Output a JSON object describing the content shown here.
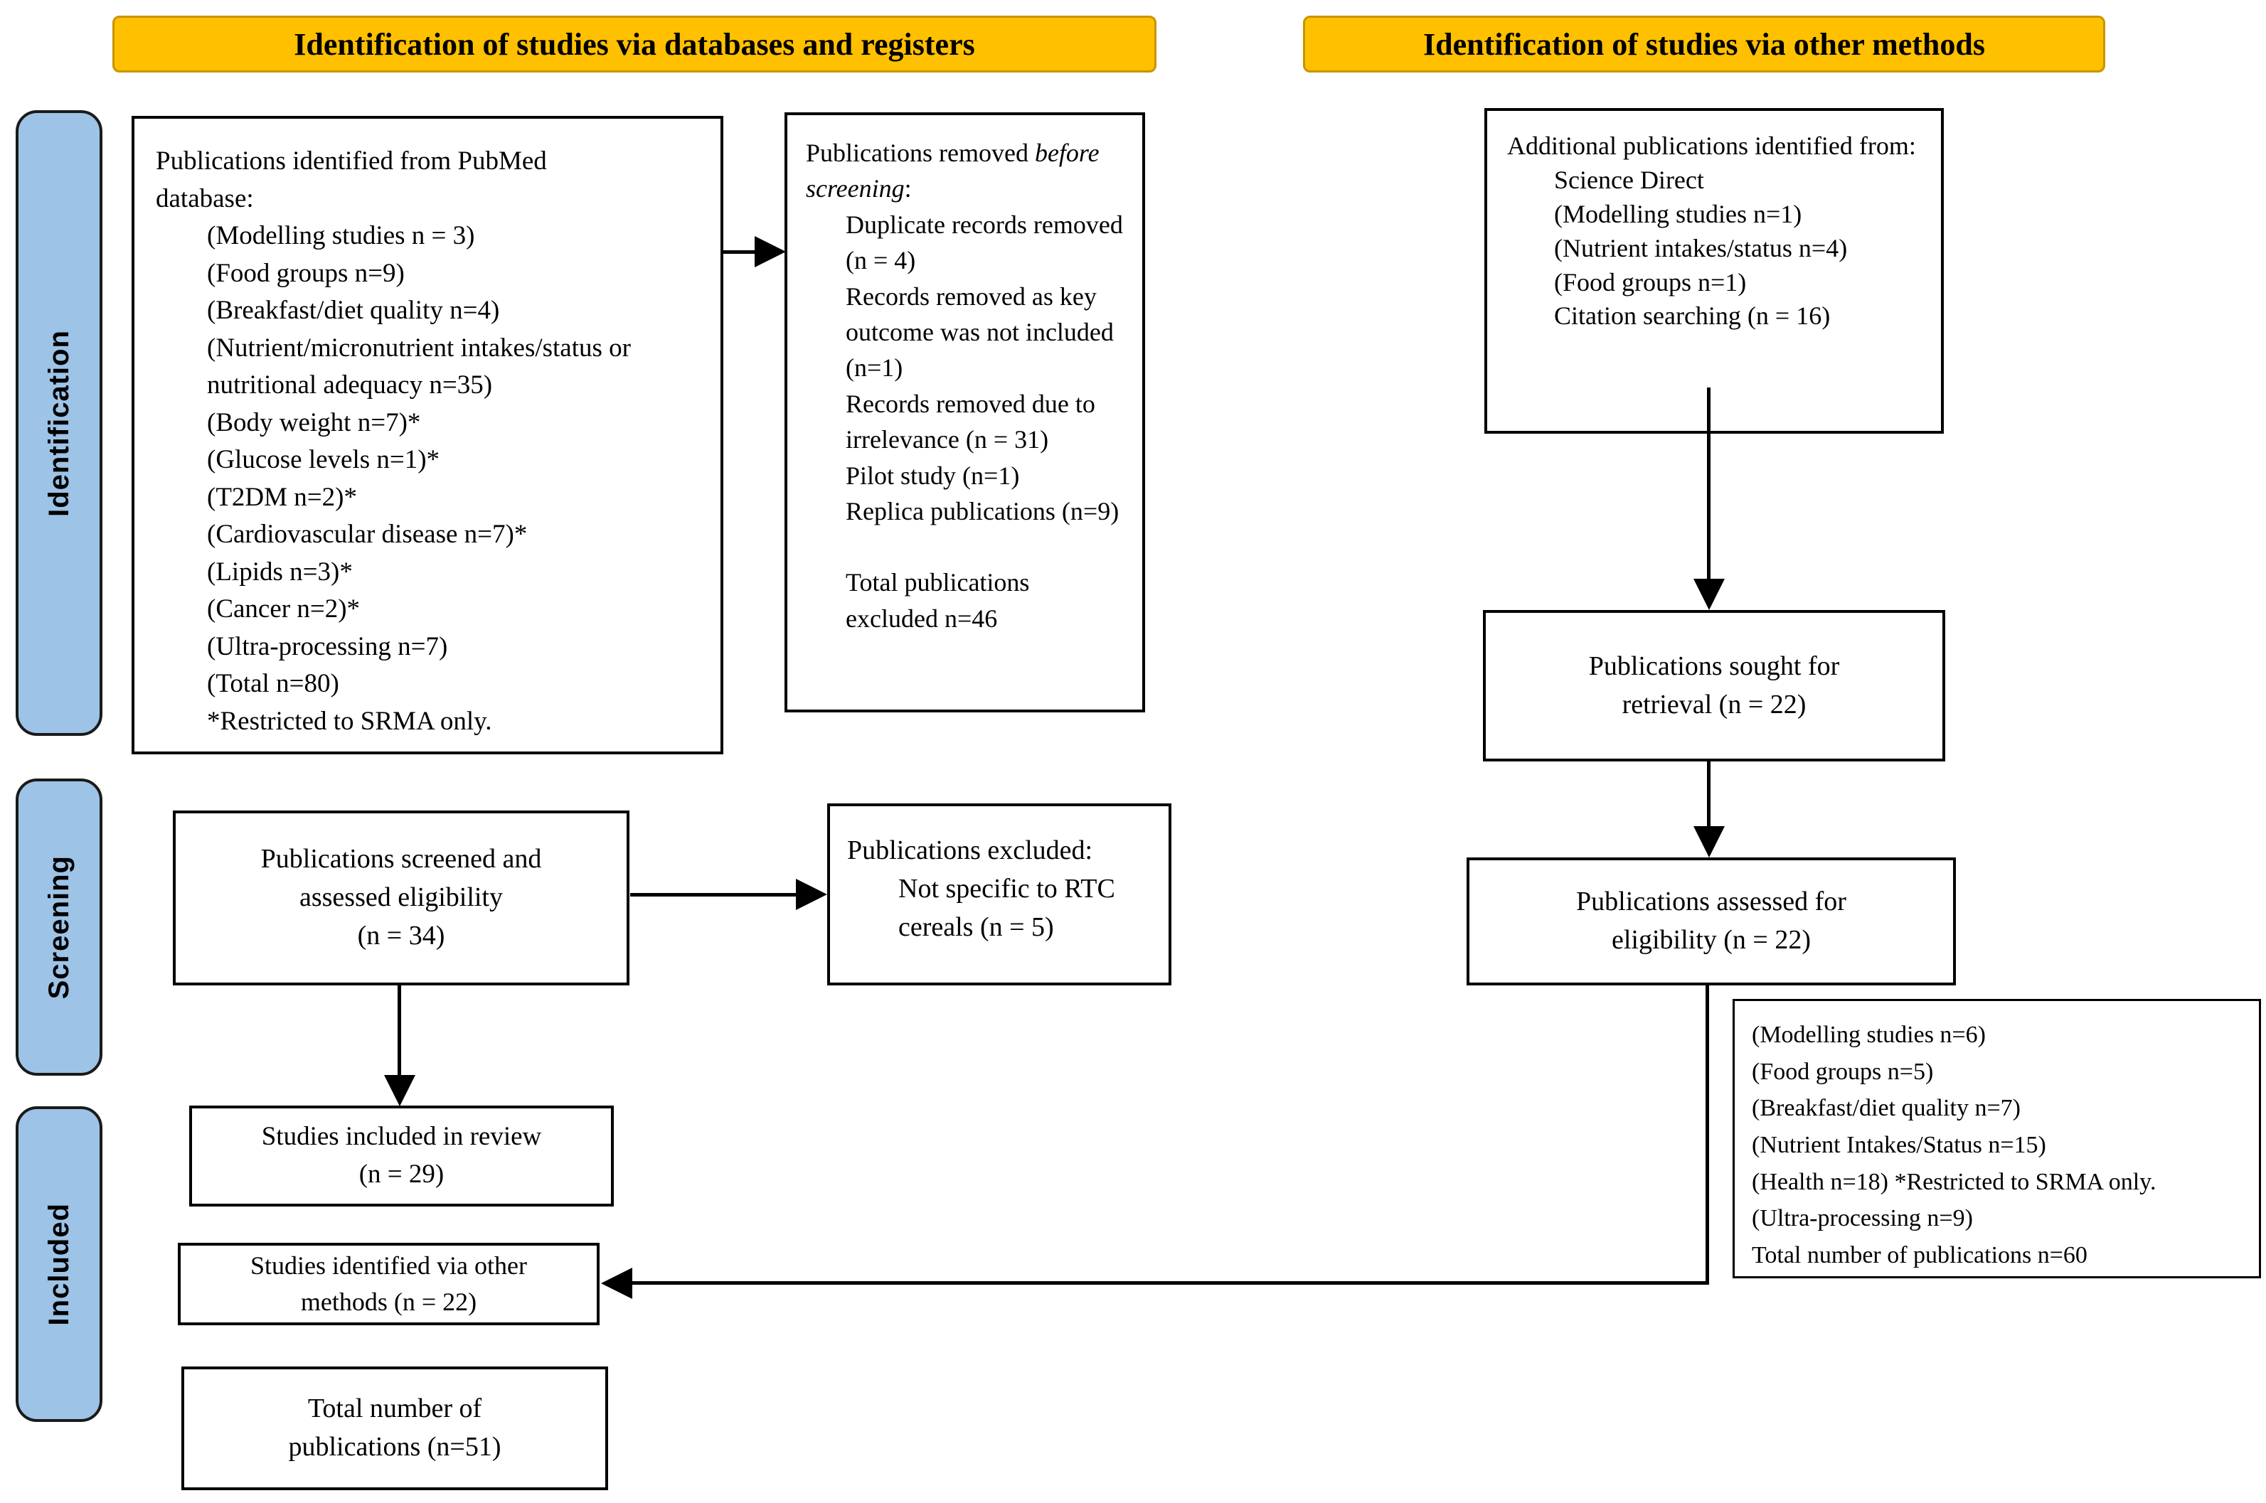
{
  "headers": {
    "databases": "Identification of studies via databases and registers",
    "other": "Identification of studies via other methods"
  },
  "sidebar": {
    "identification": "Identification",
    "screening": "Screening",
    "included": "Included"
  },
  "colors": {
    "header_bg": "#FFC000",
    "sidebar_bg": "#9DC3E6",
    "box_border": "#000000"
  },
  "boxes": {
    "pubmed": {
      "title": "Publications identified from PubMed database:",
      "items": [
        "(Modelling studies n = 3)",
        "(Food groups n=9)",
        "(Breakfast/diet quality n=4)",
        "(Nutrient/micronutrient intakes/status or nutritional adequacy n=35)",
        "(Body weight n=7)*",
        "(Glucose levels n=1)*",
        "(T2DM n=2)*",
        "(Cardiovascular disease n=7)*",
        "(Lipids n=3)*",
        "(Cancer n=2)*",
        "(Ultra-processing n=7)",
        "(Total n=80)",
        "*Restricted to SRMA only."
      ]
    },
    "removed": {
      "title_prefix": "Publications removed ",
      "title_italic": "before screening",
      "title_suffix": ":",
      "items": [
        "Duplicate records removed (n = 4)",
        "Records removed as key outcome was not included (n=1)",
        "Records removed due to irrelevance (n = 31)",
        "Pilot study (n=1)",
        "Replica publications (n=9)"
      ],
      "total": "Total publications excluded n=46"
    },
    "screened": {
      "lines": [
        "Publications screened and",
        "assessed eligibility",
        "(n = 34)"
      ]
    },
    "excluded": {
      "title": "Publications excluded:",
      "item": "Not specific to RTC cereals (n = 5)"
    },
    "included_review": {
      "lines": [
        "Studies included in review",
        "(n = 29)"
      ]
    },
    "other_methods": {
      "lines": [
        "Studies identified via other",
        "methods (n = 22)"
      ]
    },
    "total_publications": {
      "lines": [
        "Total number of",
        "publications (n=51)"
      ]
    },
    "additional": {
      "title": "Additional publications identified from:",
      "items": [
        "Science Direct",
        "(Modelling studies n=1)",
        "(Nutrient intakes/status n=4)",
        "(Food groups n=1)",
        "Citation searching (n = 16)"
      ]
    },
    "sought": {
      "lines": [
        "Publications sought for",
        "retrieval (n = 22)"
      ]
    },
    "assessed": {
      "lines": [
        "Publications assessed for",
        "eligibility (n = 22)"
      ]
    },
    "breakdown": {
      "items": [
        "(Modelling studies n=6)",
        "(Food groups n=5)",
        "(Breakfast/diet quality n=7)",
        "(Nutrient Intakes/Status n=15)",
        "(Health n=18) *Restricted to SRMA only.",
        "(Ultra-processing n=9)",
        "Total number of publications n=60"
      ]
    }
  }
}
